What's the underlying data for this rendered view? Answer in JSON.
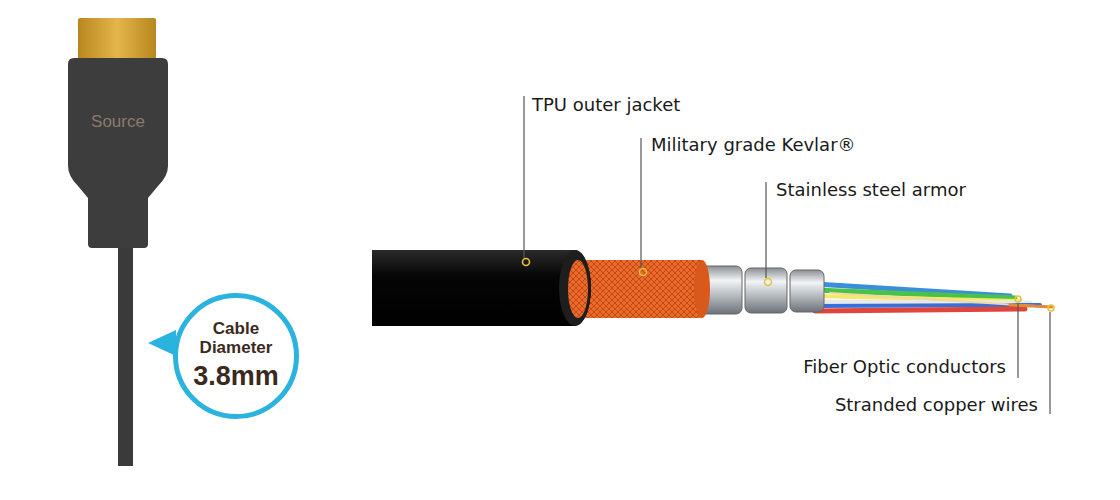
{
  "diagram": {
    "nodes": [
      {
        "text": [
          "Source"
        ]
      },
      {
        "text": [
          "Cable Diameter",
          "3.8mm"
        ]
      }
    ],
    "labels": [
      "TPU outer jacket",
      "Military grade Kevlar®",
      "Stainless steel armor",
      "Fiber Optic conductors",
      "Stranded copper wires"
    ]
  }
}
